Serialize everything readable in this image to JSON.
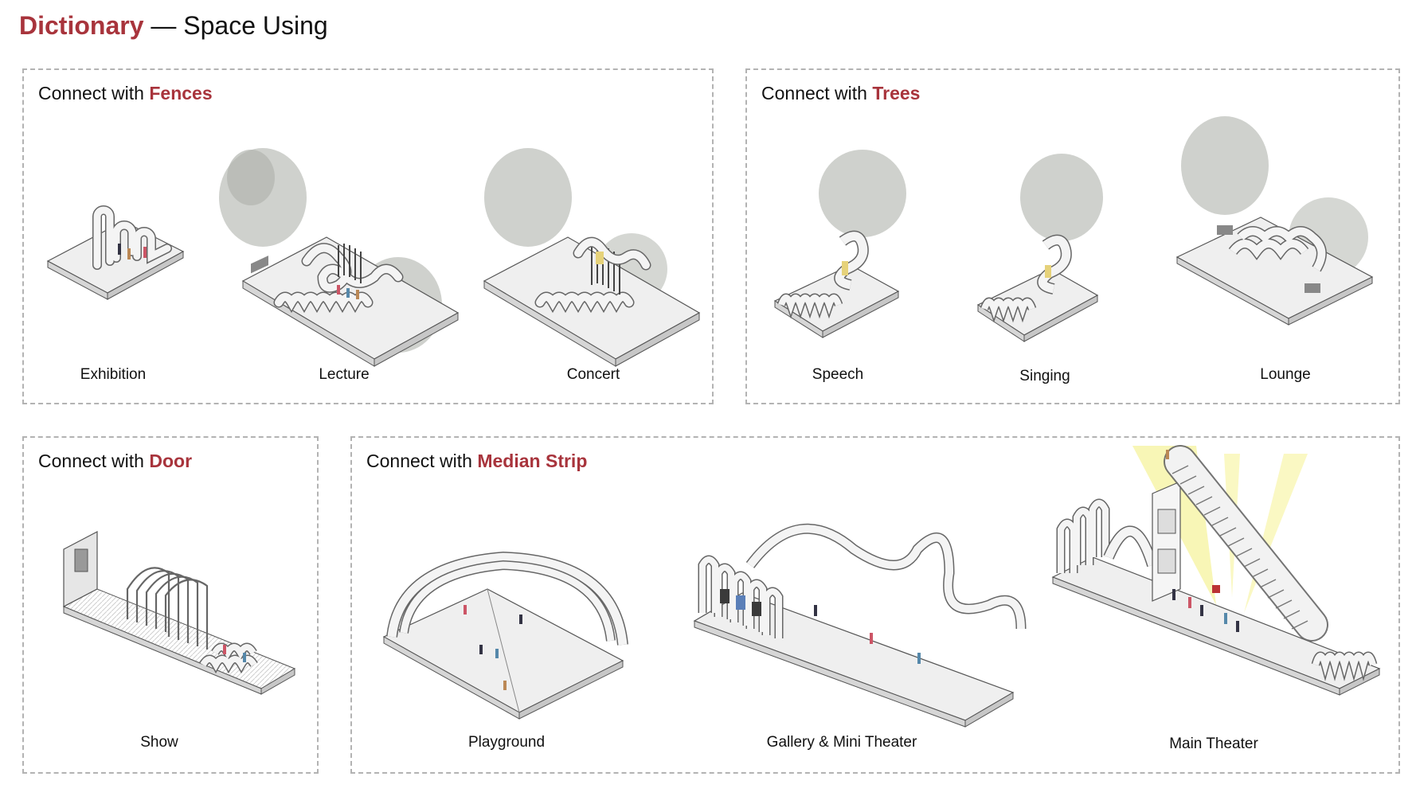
{
  "header": {
    "title_accent": "Dictionary",
    "title_rest": " — Space Using"
  },
  "colors": {
    "accent": "#a8343c",
    "border": "#b3b3b3",
    "tube": "#f2f2f2",
    "tube_stroke": "#666666",
    "ground": "#ededed",
    "tree": "#b9bcb6",
    "light": "#f3ef7a"
  },
  "panels": {
    "fences": {
      "prefix": "Connect with ",
      "keyword": "Fences",
      "items": [
        "Exhibition",
        "Lecture",
        "Concert"
      ]
    },
    "trees": {
      "prefix": "Connect with ",
      "keyword": "Trees",
      "items": [
        "Speech",
        "Singing",
        "Lounge"
      ]
    },
    "door": {
      "prefix": "Connect with ",
      "keyword": "Door",
      "items": [
        "Show"
      ]
    },
    "median": {
      "prefix": "Connect with ",
      "keyword": "Median Strip",
      "items": [
        "Playground",
        "Gallery & Mini Theater",
        "Main Theater"
      ]
    }
  }
}
